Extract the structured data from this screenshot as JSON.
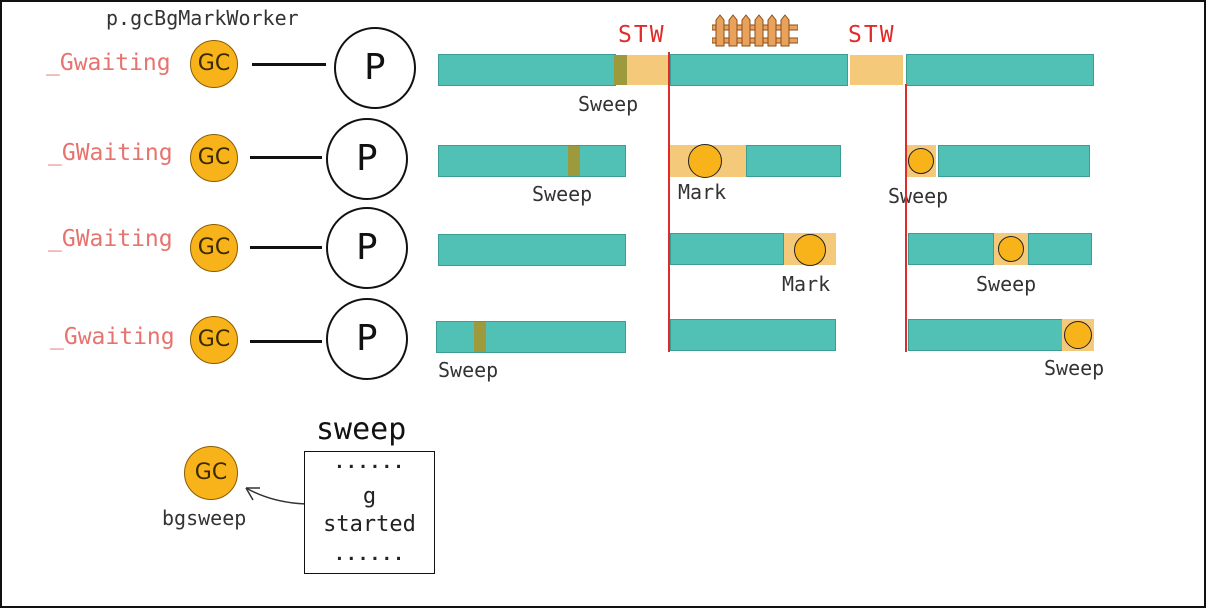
{
  "worker_label": "p.gcBgMarkWorker",
  "stw_label": "STW",
  "rows": [
    {
      "status": "_Gwaiting",
      "gc": "GC",
      "p": "P"
    },
    {
      "status": "_GWaiting",
      "gc": "GC",
      "p": "P"
    },
    {
      "status": "_GWaiting",
      "gc": "GC",
      "p": "P"
    },
    {
      "status": "_Gwaiting",
      "gc": "GC",
      "p": "P"
    }
  ],
  "captions": {
    "sweep": "Sweep",
    "mark": "Mark"
  },
  "bgsweep": {
    "gc": "GC",
    "label": "bgsweep"
  },
  "sweep_box": {
    "title": "sweep",
    "dots_top": "......",
    "line1": "g",
    "line2": "started",
    "dots_bottom": "......"
  },
  "colors": {
    "running": "#51c1b6",
    "paused": "#f5c97a",
    "gc_goroutine": "#f9b31a",
    "stw_line": "#e02b2b",
    "status_text": "#e7736e"
  },
  "icons": [
    "fence-icon",
    "arrow-icon"
  ]
}
